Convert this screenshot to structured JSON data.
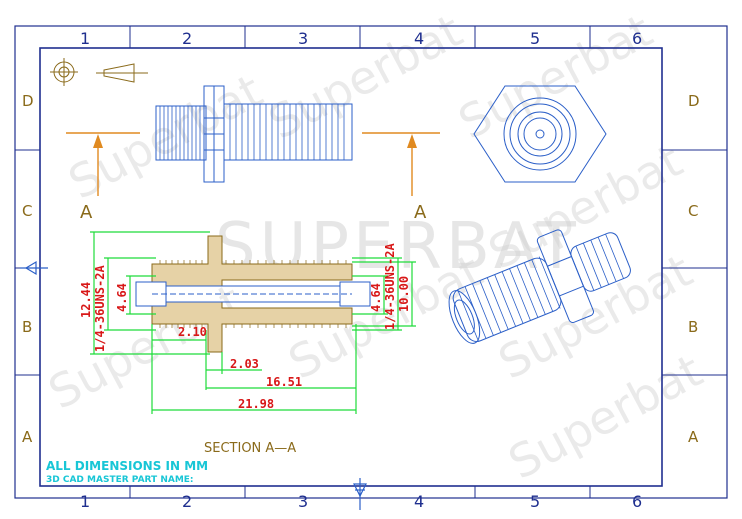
{
  "border": {
    "columns_top": [
      "1",
      "2",
      "3",
      "4",
      "5",
      "6"
    ],
    "columns_bottom": [
      "1",
      "2",
      "3",
      "4",
      "5",
      "6"
    ],
    "rows_left": [
      "D",
      "C",
      "B",
      "A"
    ],
    "rows_right": [
      "D",
      "C",
      "B",
      "A"
    ]
  },
  "watermark": {
    "text": "Superbat",
    "big_text": "SUPERBAT"
  },
  "section_marks": {
    "left": "A",
    "right": "A"
  },
  "dimensions": {
    "outer_dia": "12.44",
    "thread_left": "1/4-36UNS-2A",
    "pin_left": "4.64",
    "pin_right": "4.64",
    "thread_right": "1/4-36UNS-2A",
    "outer_right": "10.00",
    "d_210": "2.10",
    "d_203": "2.03",
    "d_1651": "16.51",
    "d_2198": "21.98"
  },
  "labels": {
    "section": "SECTION A—A",
    "note1": "ALL DIMENSIONS IN MM",
    "note2": "3D CAD MASTER PART NAME:"
  },
  "colors": {
    "frame": "#1f2f8f",
    "outline": "#2b5fc8",
    "dimension_line": "#1fdc3a",
    "dimension_text": "#d81818",
    "section_fill": "#e6d2a6",
    "note_text": "#18c6d6"
  }
}
